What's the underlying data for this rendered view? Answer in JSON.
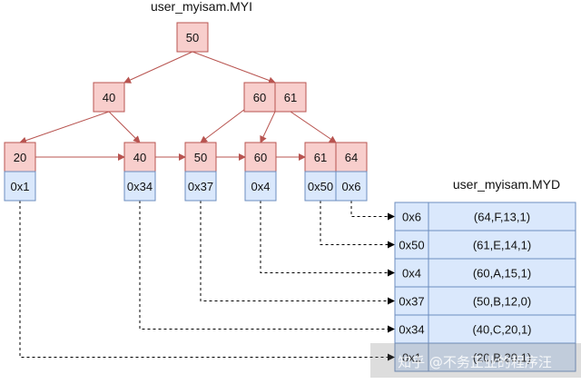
{
  "index_file": {
    "title": "user_myisam.MYI",
    "root": {
      "keys": [
        "50"
      ]
    },
    "internal": [
      {
        "keys": [
          "40"
        ]
      },
      {
        "keys": [
          "60",
          "61"
        ]
      }
    ],
    "leaves": [
      {
        "key": "20",
        "ptr": "0x1"
      },
      {
        "key": "40",
        "ptr": "0x34"
      },
      {
        "key": "50",
        "ptr": "0x37"
      },
      {
        "key": "60",
        "ptr": "0x4"
      },
      {
        "key": "61",
        "ptr": "0x50"
      },
      {
        "key": "64",
        "ptr": "0x6"
      }
    ]
  },
  "data_file": {
    "title": "user_myisam.MYD",
    "rows": [
      {
        "addr": "0x6",
        "record": "(64,F,13,1)"
      },
      {
        "addr": "0x50",
        "record": "(61,E,14,1)"
      },
      {
        "addr": "0x4",
        "record": "(60,A,15,1)"
      },
      {
        "addr": "0x37",
        "record": "(50,B,12,0)"
      },
      {
        "addr": "0x34",
        "record": "(40,C,20,1)"
      },
      {
        "addr": "0x1",
        "record": "(20,B,20,1)"
      }
    ]
  },
  "watermark": "知乎 @不务正业的程序汪",
  "colors": {
    "key_fill": "#f8cecc",
    "key_stroke": "#b85450",
    "ptr_fill": "#dae8fc",
    "ptr_stroke": "#6c8ebf",
    "edge": "#b85450",
    "dash": "#000000"
  }
}
